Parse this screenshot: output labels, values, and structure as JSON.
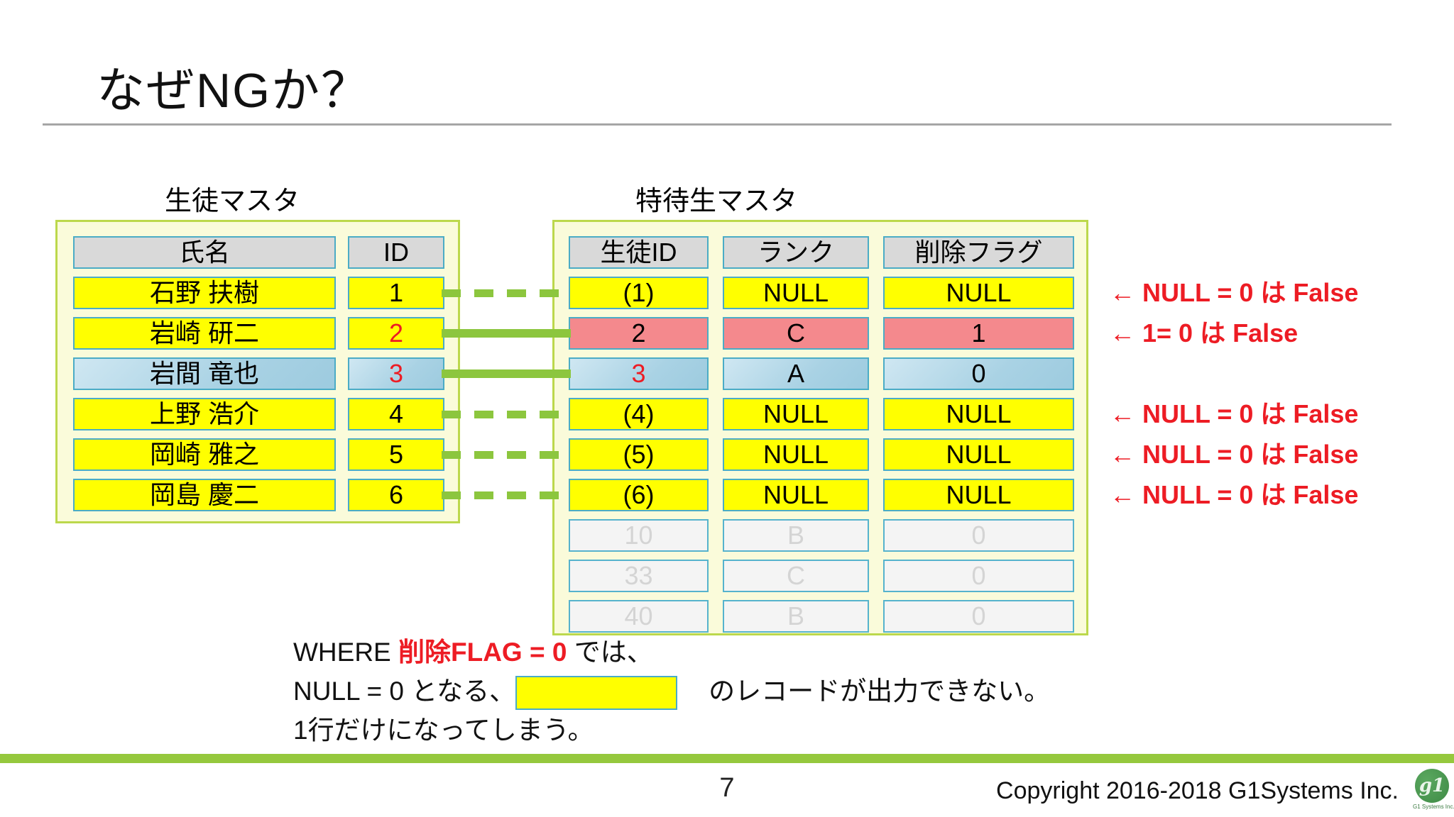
{
  "title": "なぜNGか？",
  "left_table": {
    "label": "生徒マスタ",
    "headers": [
      "氏名",
      "ID"
    ],
    "rows": [
      {
        "name": "石野 扶樹",
        "id": "1",
        "variant": "yellow",
        "id_color": "black"
      },
      {
        "name": "岩崎 研二",
        "id": "2",
        "variant": "yellow",
        "id_color": "red"
      },
      {
        "name": "岩間 竜也",
        "id": "3",
        "variant": "blue",
        "id_color": "red"
      },
      {
        "name": "上野 浩介",
        "id": "4",
        "variant": "yellow",
        "id_color": "black"
      },
      {
        "name": "岡崎 雅之",
        "id": "5",
        "variant": "yellow",
        "id_color": "black"
      },
      {
        "name": "岡島 慶二",
        "id": "6",
        "variant": "yellow",
        "id_color": "black"
      }
    ]
  },
  "right_table": {
    "label": "特待生マスタ",
    "headers": [
      "生徒ID",
      "ランク",
      "削除フラグ"
    ],
    "rows": [
      {
        "cells": [
          "(1)",
          "NULL",
          "NULL"
        ],
        "variant": "yellow",
        "connector": "dashed"
      },
      {
        "cells": [
          "2",
          "C",
          "1"
        ],
        "variant": "pink",
        "connector": "solid"
      },
      {
        "cells": [
          "3",
          "A",
          "0"
        ],
        "variant": "blue",
        "connector": "solid",
        "id_color": "red"
      },
      {
        "cells": [
          "(4)",
          "NULL",
          "NULL"
        ],
        "variant": "yellow",
        "connector": "dashed"
      },
      {
        "cells": [
          "(5)",
          "NULL",
          "NULL"
        ],
        "variant": "yellow",
        "connector": "dashed"
      },
      {
        "cells": [
          "(6)",
          "NULL",
          "NULL"
        ],
        "variant": "yellow",
        "connector": "dashed"
      },
      {
        "cells": [
          "10",
          "B",
          "0"
        ],
        "variant": "faded"
      },
      {
        "cells": [
          "33",
          "C",
          "0"
        ],
        "variant": "faded"
      },
      {
        "cells": [
          "40",
          "B",
          "0"
        ],
        "variant": "faded"
      }
    ]
  },
  "annotations": [
    {
      "row": 1,
      "text": "← NULL = 0 は False"
    },
    {
      "row": 2,
      "text": "← 1= 0 は False"
    },
    {
      "row": 4,
      "text": "← NULL = 0 は False"
    },
    {
      "row": 5,
      "text": "← NULL = 0 は False"
    },
    {
      "row": 6,
      "text": "← NULL = 0 は False"
    }
  ],
  "explanation": {
    "line1_prefix": "WHERE ",
    "line1_highlight": "削除FLAG = 0",
    "line1_suffix": " では、",
    "line2_prefix": "NULL = 0 となる、",
    "line2_suffix": "のレコードが出力できない。",
    "line3": "1行だけになってしまう。"
  },
  "footer": {
    "page_number": "7",
    "copyright": "Copyright 2016-2018 G1Systems Inc.",
    "logo_text": "g1",
    "logo_caption": "G1 Systems Inc."
  },
  "colors": {
    "cell_yellow": "#ffff00",
    "cell_header_gray": "#d9d9d9",
    "cell_pink": "#f4898d",
    "cell_blue": "#a9d2e4",
    "cell_faded_bg": "#f4f4f4",
    "cell_border_teal": "#4bacc6",
    "table_bg": "#fafbda",
    "table_border": "#bcd84c",
    "connector_green": "#8cc63e",
    "accent_red": "#ed1c24",
    "footer_bar_green": "#95c83d"
  }
}
